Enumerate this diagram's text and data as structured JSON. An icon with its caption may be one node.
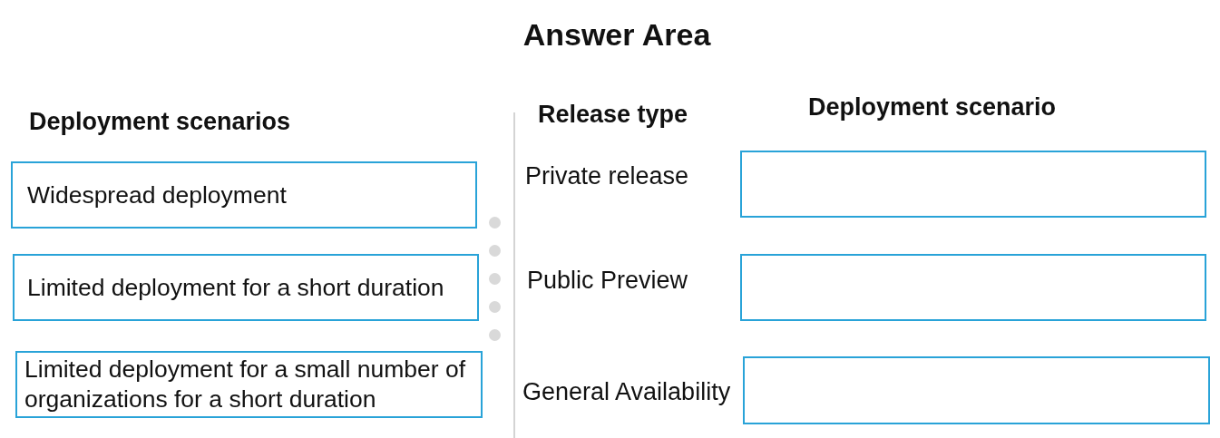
{
  "diagram": {
    "title": "Answer Area",
    "nodes": [
      {
        "text": [
          "Widespread deployment"
        ]
      },
      {
        "text": [
          "Limited deployment for a short duration"
        ]
      },
      {
        "text": [
          "Limited deployment for a small number of organizations for a short duration"
        ]
      },
      {
        "text": [],
        "shape": "box"
      },
      {
        "text": [],
        "shape": "box"
      },
      {
        "text": [],
        "shape": "box"
      }
    ],
    "labels": [
      "Deployment scenarios",
      "Release type",
      "Deployment scenario",
      "Private release",
      "Public Preview",
      "General Availability"
    ]
  }
}
